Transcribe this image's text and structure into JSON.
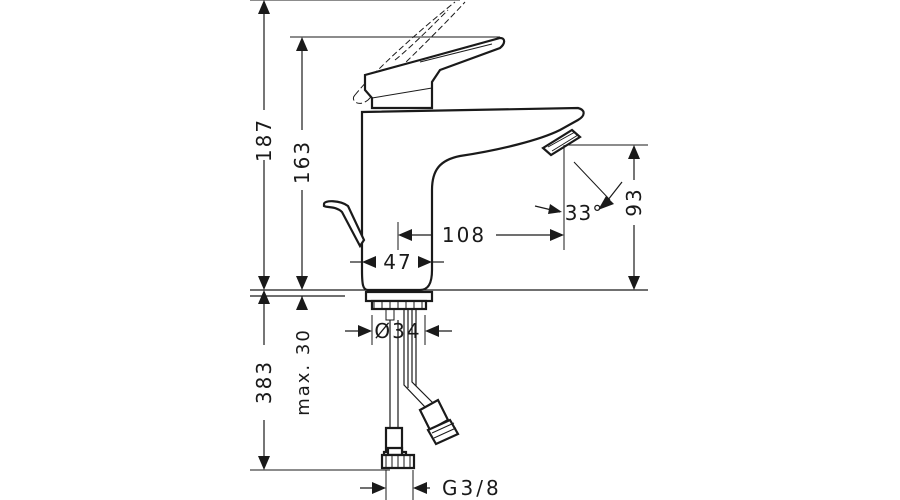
{
  "dimensions": {
    "total_height": "187",
    "lever_height": "163",
    "spout_height": "93",
    "spout_reach": "108",
    "body_width": "47",
    "spray_angle": "33°",
    "hole_diameter": "Ø34",
    "below_counter": "383",
    "max_counter_thickness": "max. 30",
    "connection_thread": "G3/8"
  },
  "colors": {
    "line": "#1a1a1a",
    "background": "#ffffff"
  }
}
